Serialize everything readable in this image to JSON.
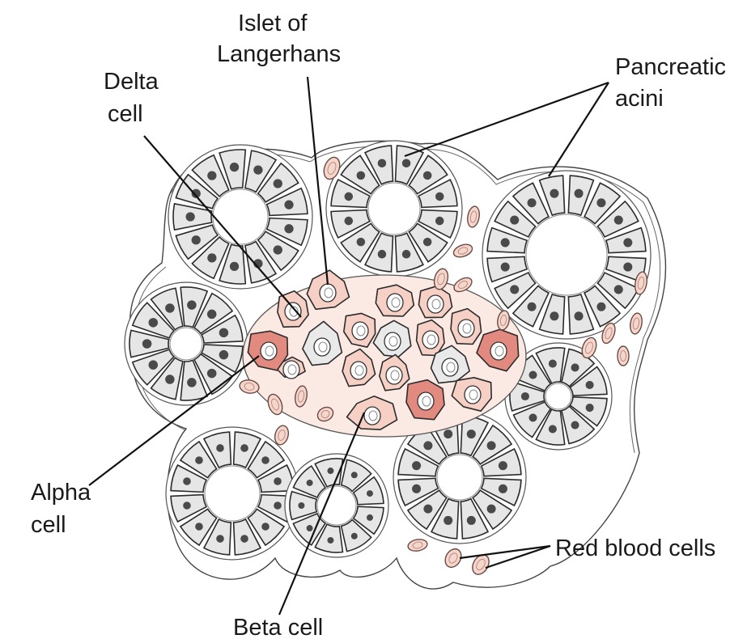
{
  "diagram": {
    "labels": {
      "islet": [
        "Islet of",
        "Langerhans"
      ],
      "delta": [
        "Delta",
        "cell"
      ],
      "acini": [
        "Pancreatic",
        "acini"
      ],
      "alpha": [
        "Alpha",
        "cell"
      ],
      "beta": "Beta cell",
      "rbc": "Red blood cells"
    },
    "colors": {
      "acinar_cell": "#e6e6e6",
      "acinar_nucleus": "#4a4a4a",
      "alpha_cell": "#e38a80",
      "beta_cell": "#f6cfc5",
      "delta_cell": "#e9e9e9",
      "red_blood_cell": "#f6d6cb",
      "label_text": "#1a1a1a"
    }
  }
}
